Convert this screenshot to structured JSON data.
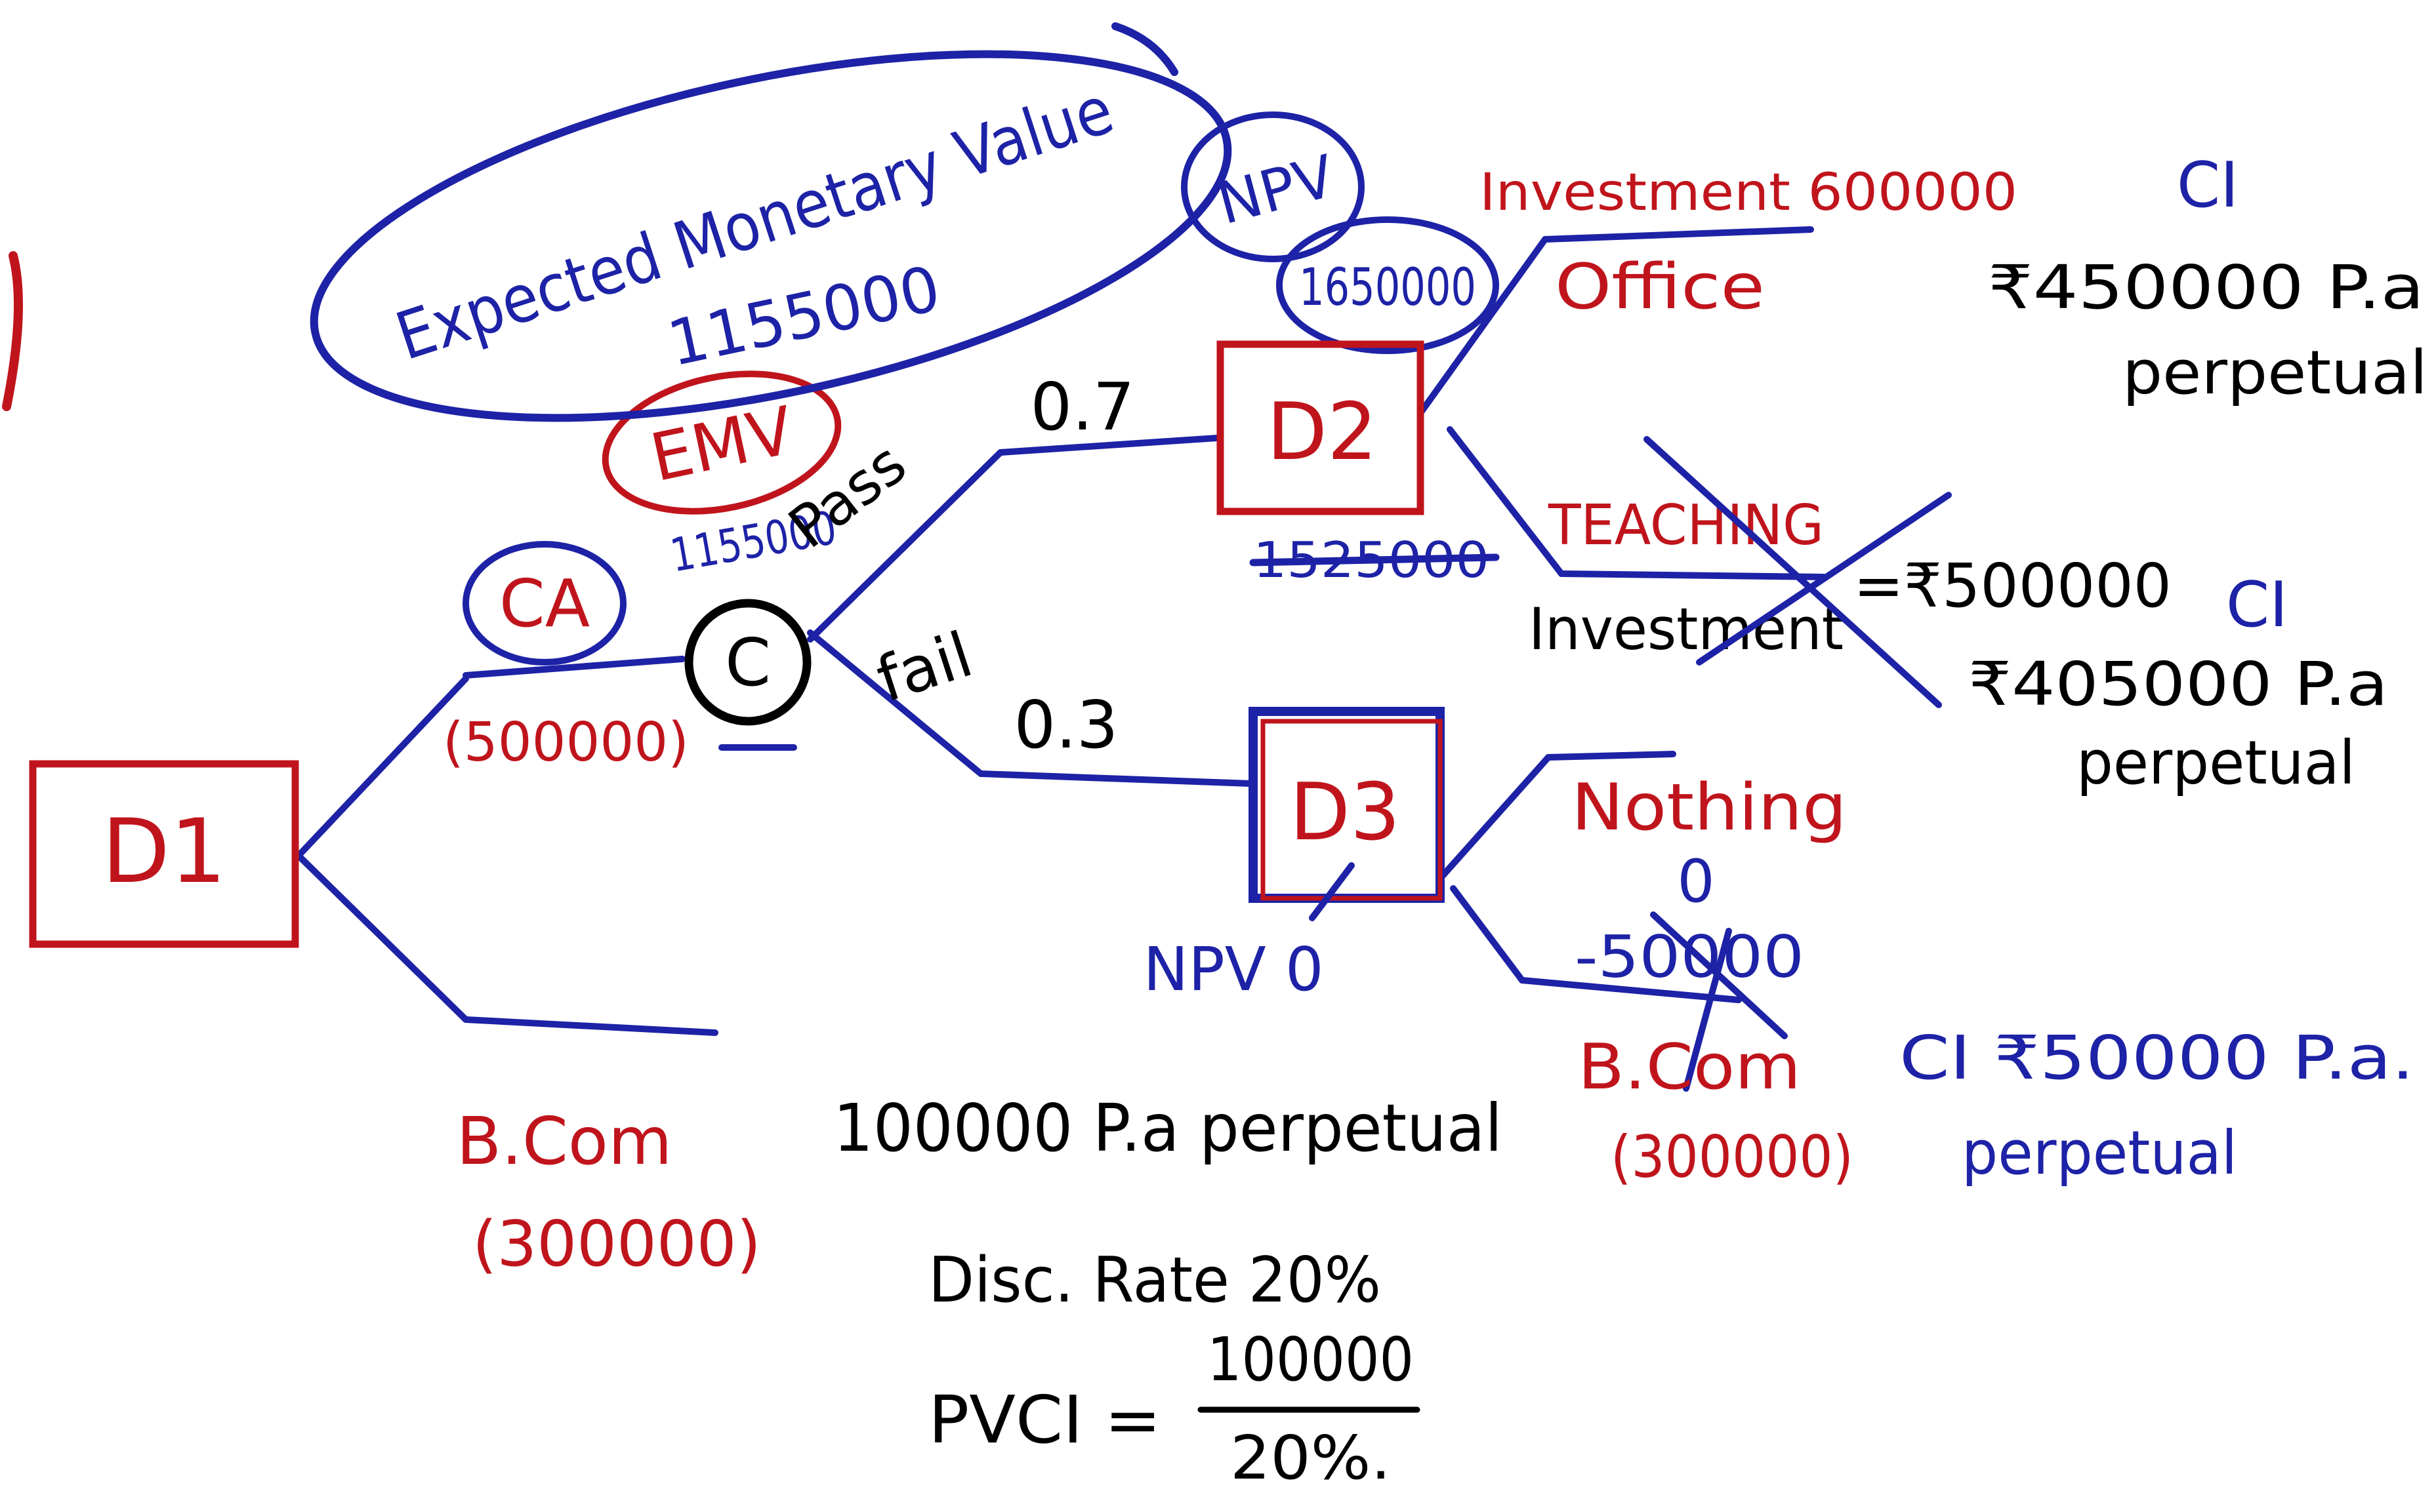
{
  "colors": {
    "red": "#c0141c",
    "blue": "#1d22a6",
    "black": "#000000"
  },
  "emv_note": {
    "line1": "Expected Monetary Value",
    "line2": "1155000"
  },
  "npv_note": "NPV",
  "nodes": {
    "d1": "D1",
    "ca": "CA",
    "ca_cost": "(500000)",
    "emv": "EMV",
    "chance_value": "1155000",
    "chance": "C",
    "pass": "Pass",
    "fail": "fail",
    "p_pass": "0.7",
    "p_fail": "0.3",
    "d2": "D2",
    "d2_npv": "1650000",
    "d2_old_value": "1525000",
    "d3": "D3",
    "d3_npv": "NPV 0",
    "bcom_d1": "B.Com",
    "bcom_d1_cost": "(300000)"
  },
  "branches": {
    "office_investment": "Investment 600000",
    "office": "Office",
    "office_ci": "CI",
    "office_ci_value": "₹450000 P.a",
    "office_ci_term": "perpetual",
    "teaching": "TEACHING",
    "teaching_investment": "Investment",
    "teaching_inv_value": "=₹500000",
    "teaching_ci": "CI",
    "teaching_ci_value": "₹405000 P.a",
    "teaching_ci_term": "perpetual",
    "nothing": "Nothing",
    "nothing_value": "0",
    "bcom_value": "-50000",
    "bcom_d3": "B.Com",
    "bcom_d3_cost": "(300000)",
    "bcom_ci": "CI ₹50000 P.a.",
    "bcom_ci_term": "perpetual"
  },
  "calc": {
    "line1": "100000 P.a perpetual",
    "line2": "Disc. Rate 20%",
    "pvci": "PVCI =",
    "numerator": "100000",
    "denominator": "20%."
  }
}
